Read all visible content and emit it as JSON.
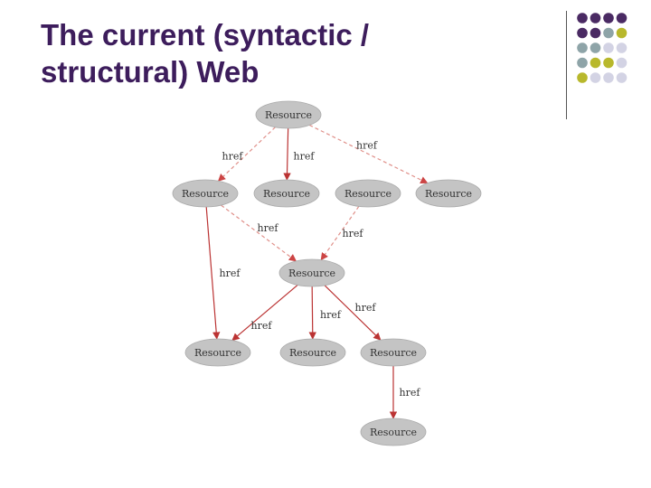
{
  "title": {
    "lines": [
      "The current (syntactic /",
      "structural) Web"
    ]
  },
  "colors": {
    "title": "#3d1d5c",
    "purple": "#4a2a63",
    "teal": "#8ea4a8",
    "olive": "#b8b82c",
    "lavender": "#d3d3e4",
    "divider": "#555555",
    "node_fill": "#c4c4c4",
    "node_stroke": "#aaaaaa",
    "edge_dashed": "#e0908a",
    "edge_solid": "#bb3333",
    "text": "#333333"
  },
  "decor": {
    "dot_grid": [
      [
        "purple",
        "purple",
        "purple",
        "purple"
      ],
      [
        "purple",
        "purple",
        "teal",
        "olive"
      ],
      [
        "teal",
        "teal",
        "lavender",
        "lavender"
      ],
      [
        "teal",
        "olive",
        "olive",
        "lavender"
      ],
      [
        "olive",
        "lavender",
        "lavender",
        "lavender"
      ]
    ]
  },
  "diagram": {
    "nodes": [
      {
        "id": "top",
        "label": "Resource"
      },
      {
        "id": "r1a",
        "label": "Resource"
      },
      {
        "id": "r1b",
        "label": "Resource"
      },
      {
        "id": "r1c",
        "label": "Resource"
      },
      {
        "id": "r1d",
        "label": "Resource"
      },
      {
        "id": "mid",
        "label": "Resource"
      },
      {
        "id": "r3a",
        "label": "Resource"
      },
      {
        "id": "r3b",
        "label": "Resource"
      },
      {
        "id": "r3c",
        "label": "Resource"
      },
      {
        "id": "bottom",
        "label": "Resource"
      }
    ],
    "edges": [
      {
        "from": "top",
        "to": "r1a",
        "label": "href",
        "style": "dashed"
      },
      {
        "from": "top",
        "to": "r1b",
        "label": "href",
        "style": "solid"
      },
      {
        "from": "top",
        "to": "r1d",
        "label": "href",
        "style": "dashed"
      },
      {
        "from": "r1a",
        "to": "mid",
        "label": "href",
        "style": "dashed"
      },
      {
        "from": "r1c",
        "to": "mid",
        "label": "href",
        "style": "dashed"
      },
      {
        "from": "r1a",
        "to": "r3a",
        "label": "href",
        "style": "solid"
      },
      {
        "from": "mid",
        "to": "r3a",
        "label": "href",
        "style": "solid"
      },
      {
        "from": "mid",
        "to": "r3b",
        "label": "href",
        "style": "solid"
      },
      {
        "from": "mid",
        "to": "r3c",
        "label": "href",
        "style": "solid"
      },
      {
        "from": "r3c",
        "to": "bottom",
        "label": "href",
        "style": "solid"
      }
    ]
  }
}
